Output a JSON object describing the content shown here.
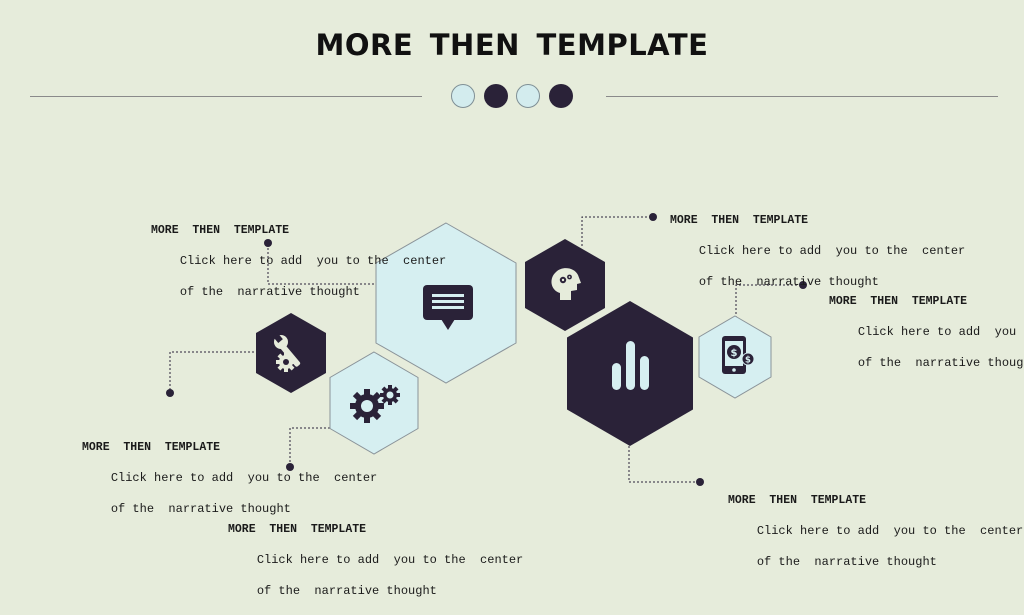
{
  "slide": {
    "title": "MORE  THEN  TEMPLATE"
  },
  "colors": {
    "background": "#e6ecdb",
    "hex_light": "#d6eff1",
    "hex_dark": "#2a2238",
    "line": "#8a8a8a",
    "ink": "#111111"
  },
  "blocks": [
    {
      "heading": "MORE  THEN  TEMPLATE",
      "line1": "Click here to add  you to the  center",
      "line2": "of the  narrative thought"
    },
    {
      "heading": "MORE  THEN  TEMPLATE",
      "line1": "Click here to add  you to the  center",
      "line2": "of the  narrative thought"
    },
    {
      "heading": "MORE  THEN  TEMPLATE",
      "line1": "Click here to add  you to the  center",
      "line2": "of the  narrative thought"
    },
    {
      "heading": "MORE  THEN  TEMPLATE",
      "line1": "Click here to add  you to the",
      "line2": "of the  narrative thought"
    },
    {
      "heading": "MORE  THEN  TEMPLATE",
      "line1": "Click here to add  you to the  center",
      "line2": "of the  narrative thought"
    },
    {
      "heading": "MORE  THEN  TEMPLATE",
      "line1": "Click here to add  you to the  center",
      "line2": "of the  narrative thought"
    }
  ],
  "icons": {
    "chat": "chat-bubble-icon",
    "head": "head-gears-icon",
    "wrench": "wrench-gear-icon",
    "gears": "gears-icon",
    "chart": "bar-chart-icon",
    "mobile": "mobile-dollar-icon"
  }
}
